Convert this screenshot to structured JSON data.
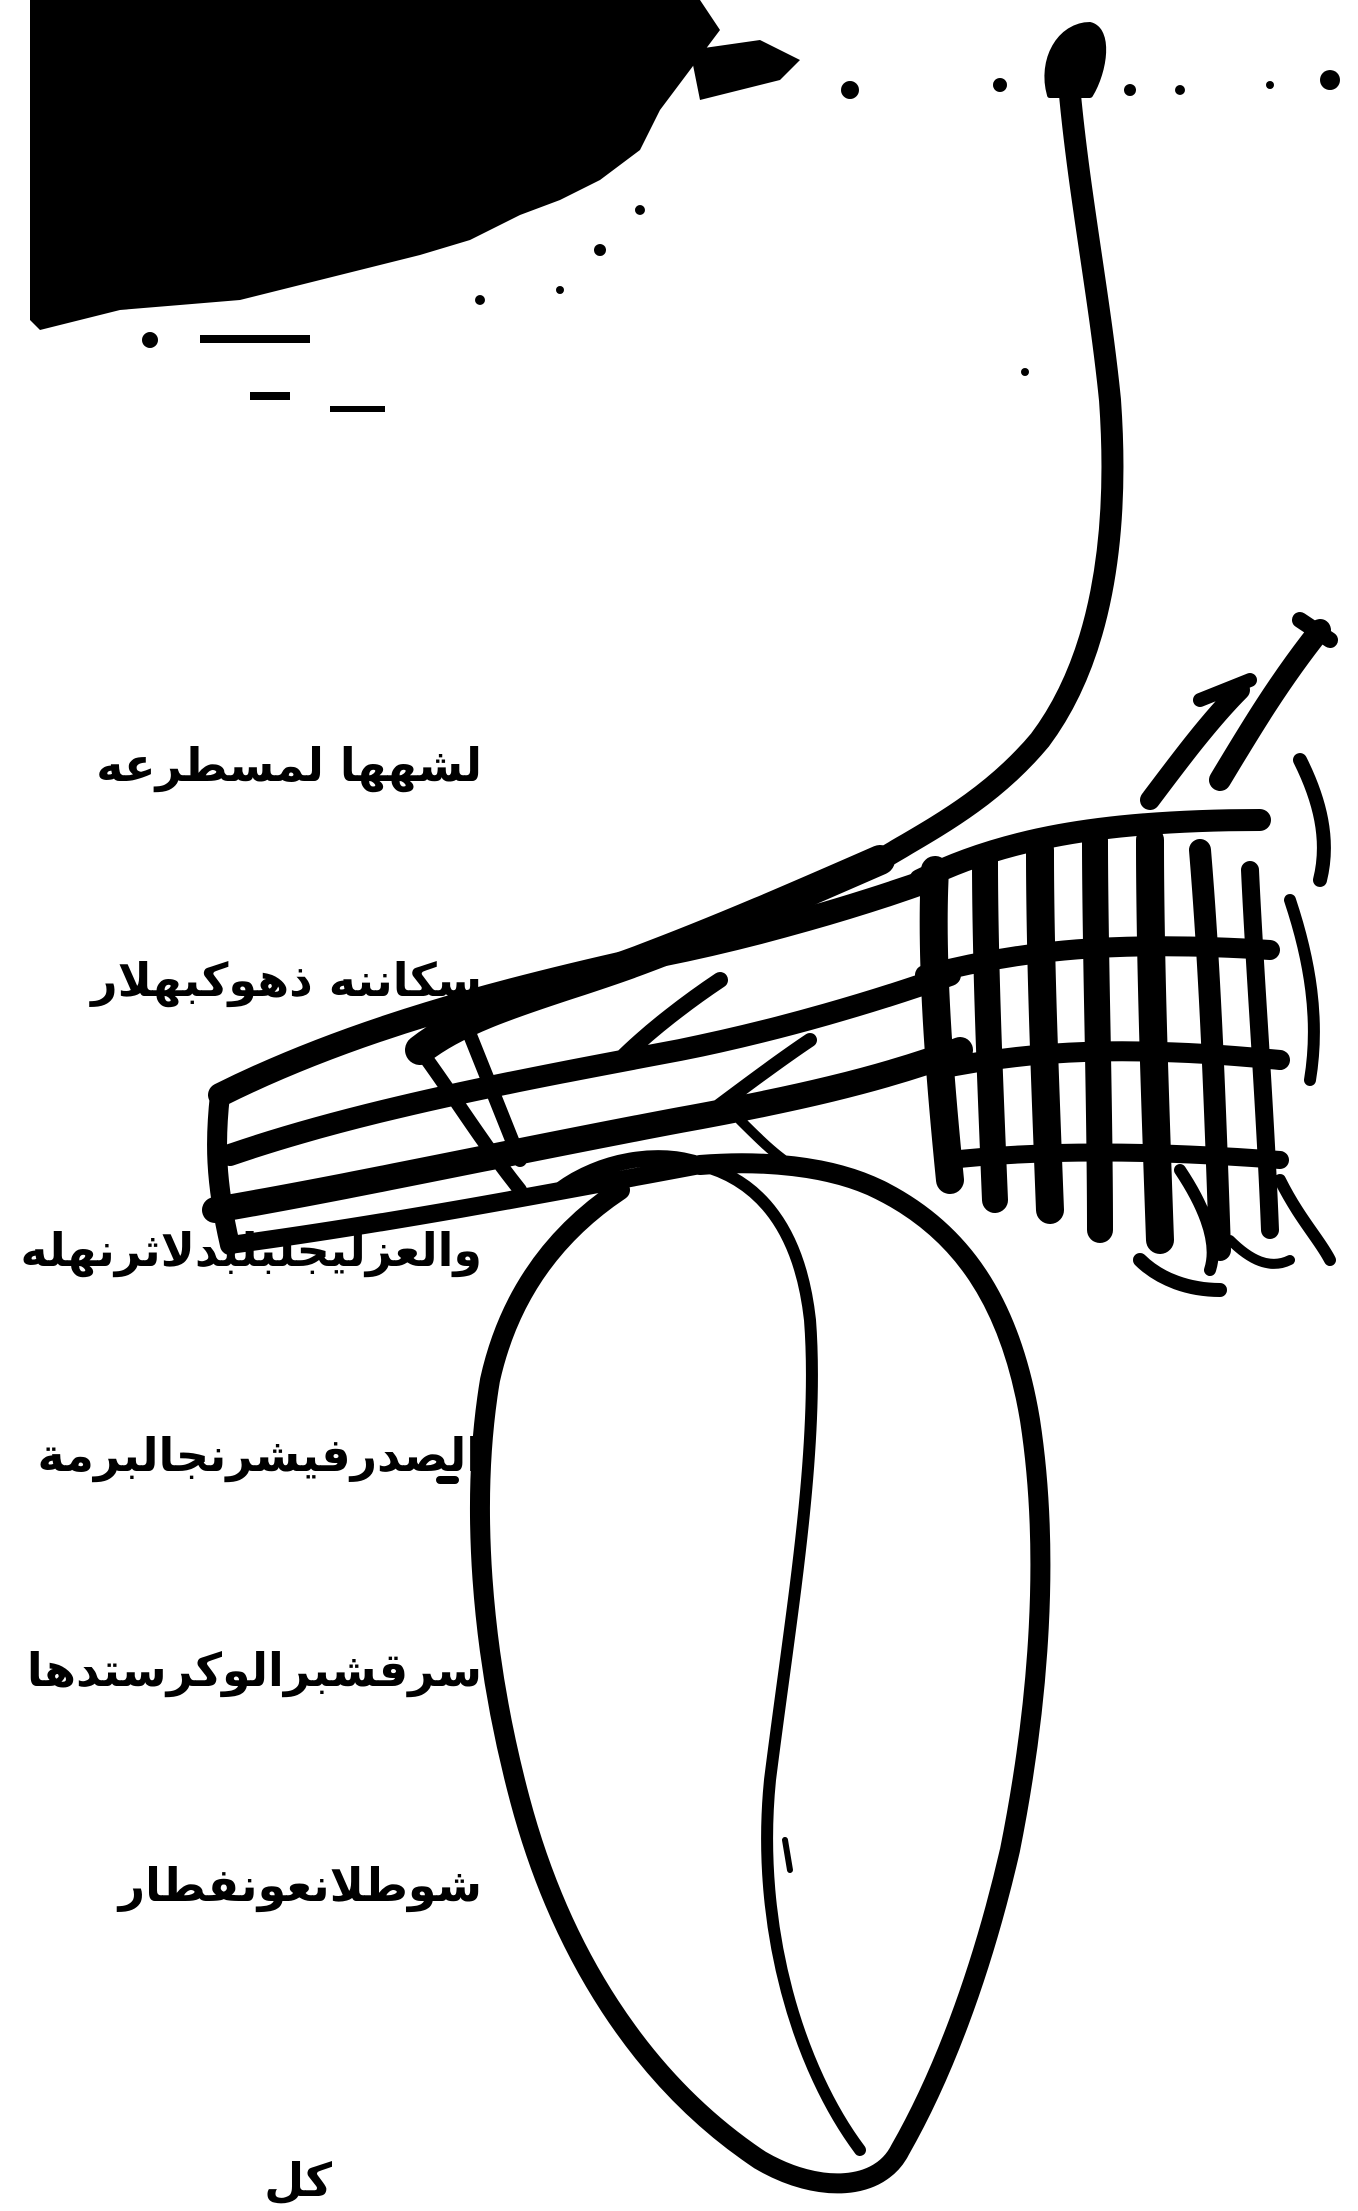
{
  "document": {
    "type": "manuscript page with tughra (Ottoman imperial monogram)",
    "ink_color": "#000000",
    "paper_color": "#ffffff",
    "tughra": {
      "rendering": "calligraphic monogram reproduced as a picture (not transcribed)"
    },
    "text_lines": [
      "لشهها لمسطرعه",
      "سكاننه ذهوكبهلار",
      "والعزليجلبلبدلاثرنهله",
      "الصدرفيشرنجالبرمة",
      "سرقشبرالوكرستدها",
      "شوطلانعونفطار",
      "كل"
    ]
  }
}
